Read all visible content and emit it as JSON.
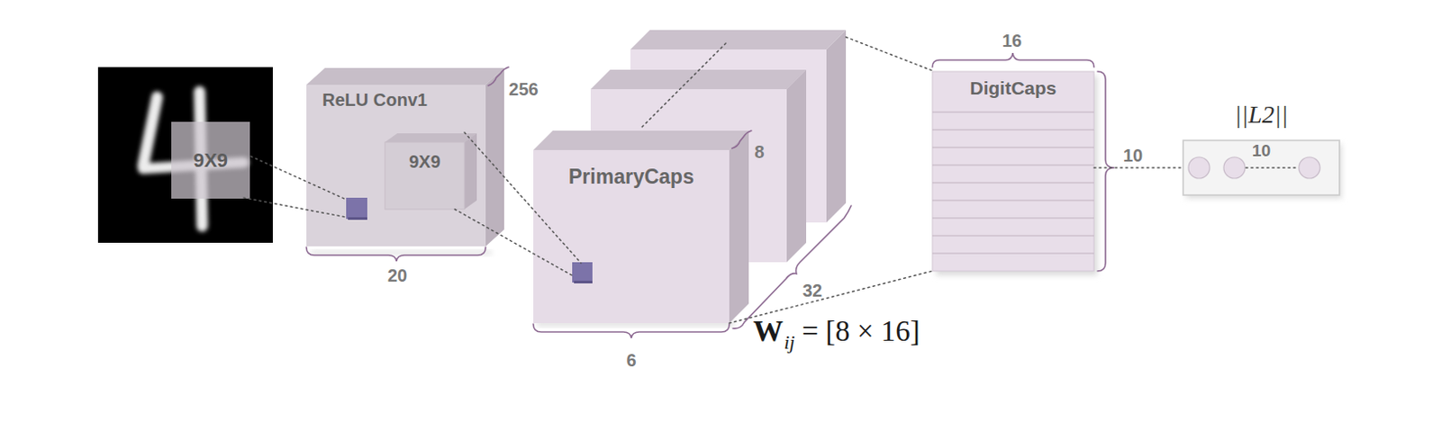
{
  "diagram": {
    "nodes": [
      {
        "text": [
          "9X9"
        ]
      },
      {
        "text": [
          "ReLU Conv1"
        ]
      },
      {
        "text": [
          "9X9"
        ],
        "in": 1
      },
      {
        "text": [
          "PrimaryCaps"
        ]
      },
      {
        "text": [
          "DigitCaps"
        ]
      },
      {
        "text": [
          "||L2||",
          "10"
        ]
      }
    ],
    "edges": [
      {
        "from": 3,
        "to": 4,
        "arrow": "none"
      },
      {
        "from": 4,
        "to": 5,
        "arrow": "none"
      }
    ],
    "labels": [
      "256",
      "20",
      "8",
      "32",
      "6",
      "W",
      "ij",
      "= [8 × 16]",
      "16",
      "10"
    ]
  }
}
